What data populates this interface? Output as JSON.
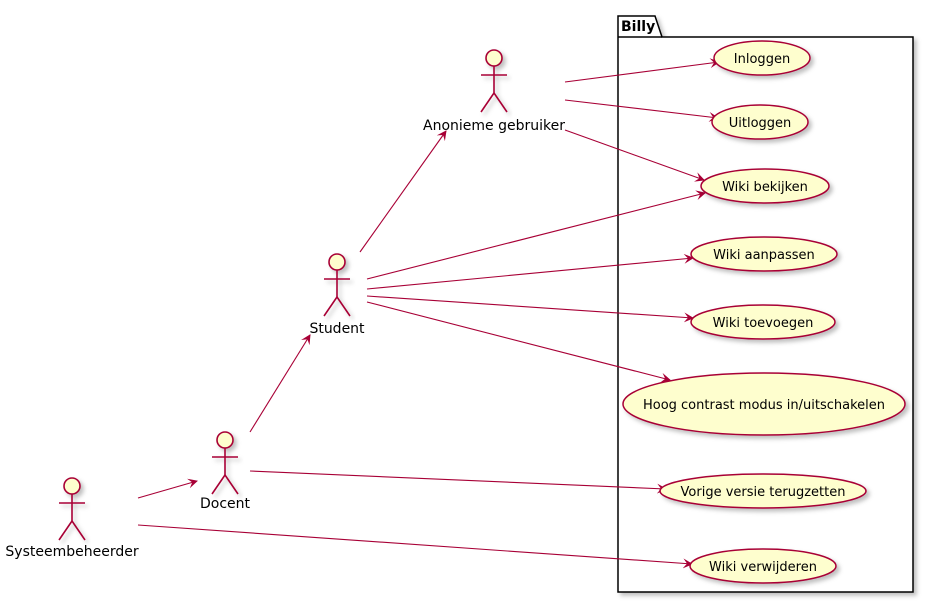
{
  "package": {
    "title": "Billy"
  },
  "colors": {
    "line": "#A80036",
    "fill": "#FEFECE",
    "border": "#000000"
  },
  "actors": [
    {
      "id": "anon",
      "label": "Anonieme gebruiker"
    },
    {
      "id": "student",
      "label": "Student"
    },
    {
      "id": "docent",
      "label": "Docent"
    },
    {
      "id": "sys",
      "label": "Systeembeheerder"
    }
  ],
  "use_cases": [
    {
      "id": "inloggen",
      "label": "Inloggen"
    },
    {
      "id": "uitloggen",
      "label": "Uitloggen"
    },
    {
      "id": "bekijken",
      "label": "Wiki bekijken"
    },
    {
      "id": "aanpassen",
      "label": "Wiki aanpassen"
    },
    {
      "id": "toevoegen",
      "label": "Wiki toevoegen"
    },
    {
      "id": "contrast",
      "label": "Hoog contrast modus in/uitschakelen"
    },
    {
      "id": "terugzetten",
      "label": "Vorige versie terugzetten"
    },
    {
      "id": "verwijderen",
      "label": "Wiki verwijderen"
    }
  ],
  "relations": [
    {
      "from": "anon",
      "to": "inloggen"
    },
    {
      "from": "anon",
      "to": "uitloggen"
    },
    {
      "from": "anon",
      "to": "bekijken"
    },
    {
      "from": "student",
      "to": "anon"
    },
    {
      "from": "student",
      "to": "bekijken"
    },
    {
      "from": "student",
      "to": "aanpassen"
    },
    {
      "from": "student",
      "to": "toevoegen"
    },
    {
      "from": "student",
      "to": "contrast"
    },
    {
      "from": "docent",
      "to": "student"
    },
    {
      "from": "docent",
      "to": "terugzetten"
    },
    {
      "from": "sys",
      "to": "docent"
    },
    {
      "from": "sys",
      "to": "verwijderen"
    }
  ]
}
